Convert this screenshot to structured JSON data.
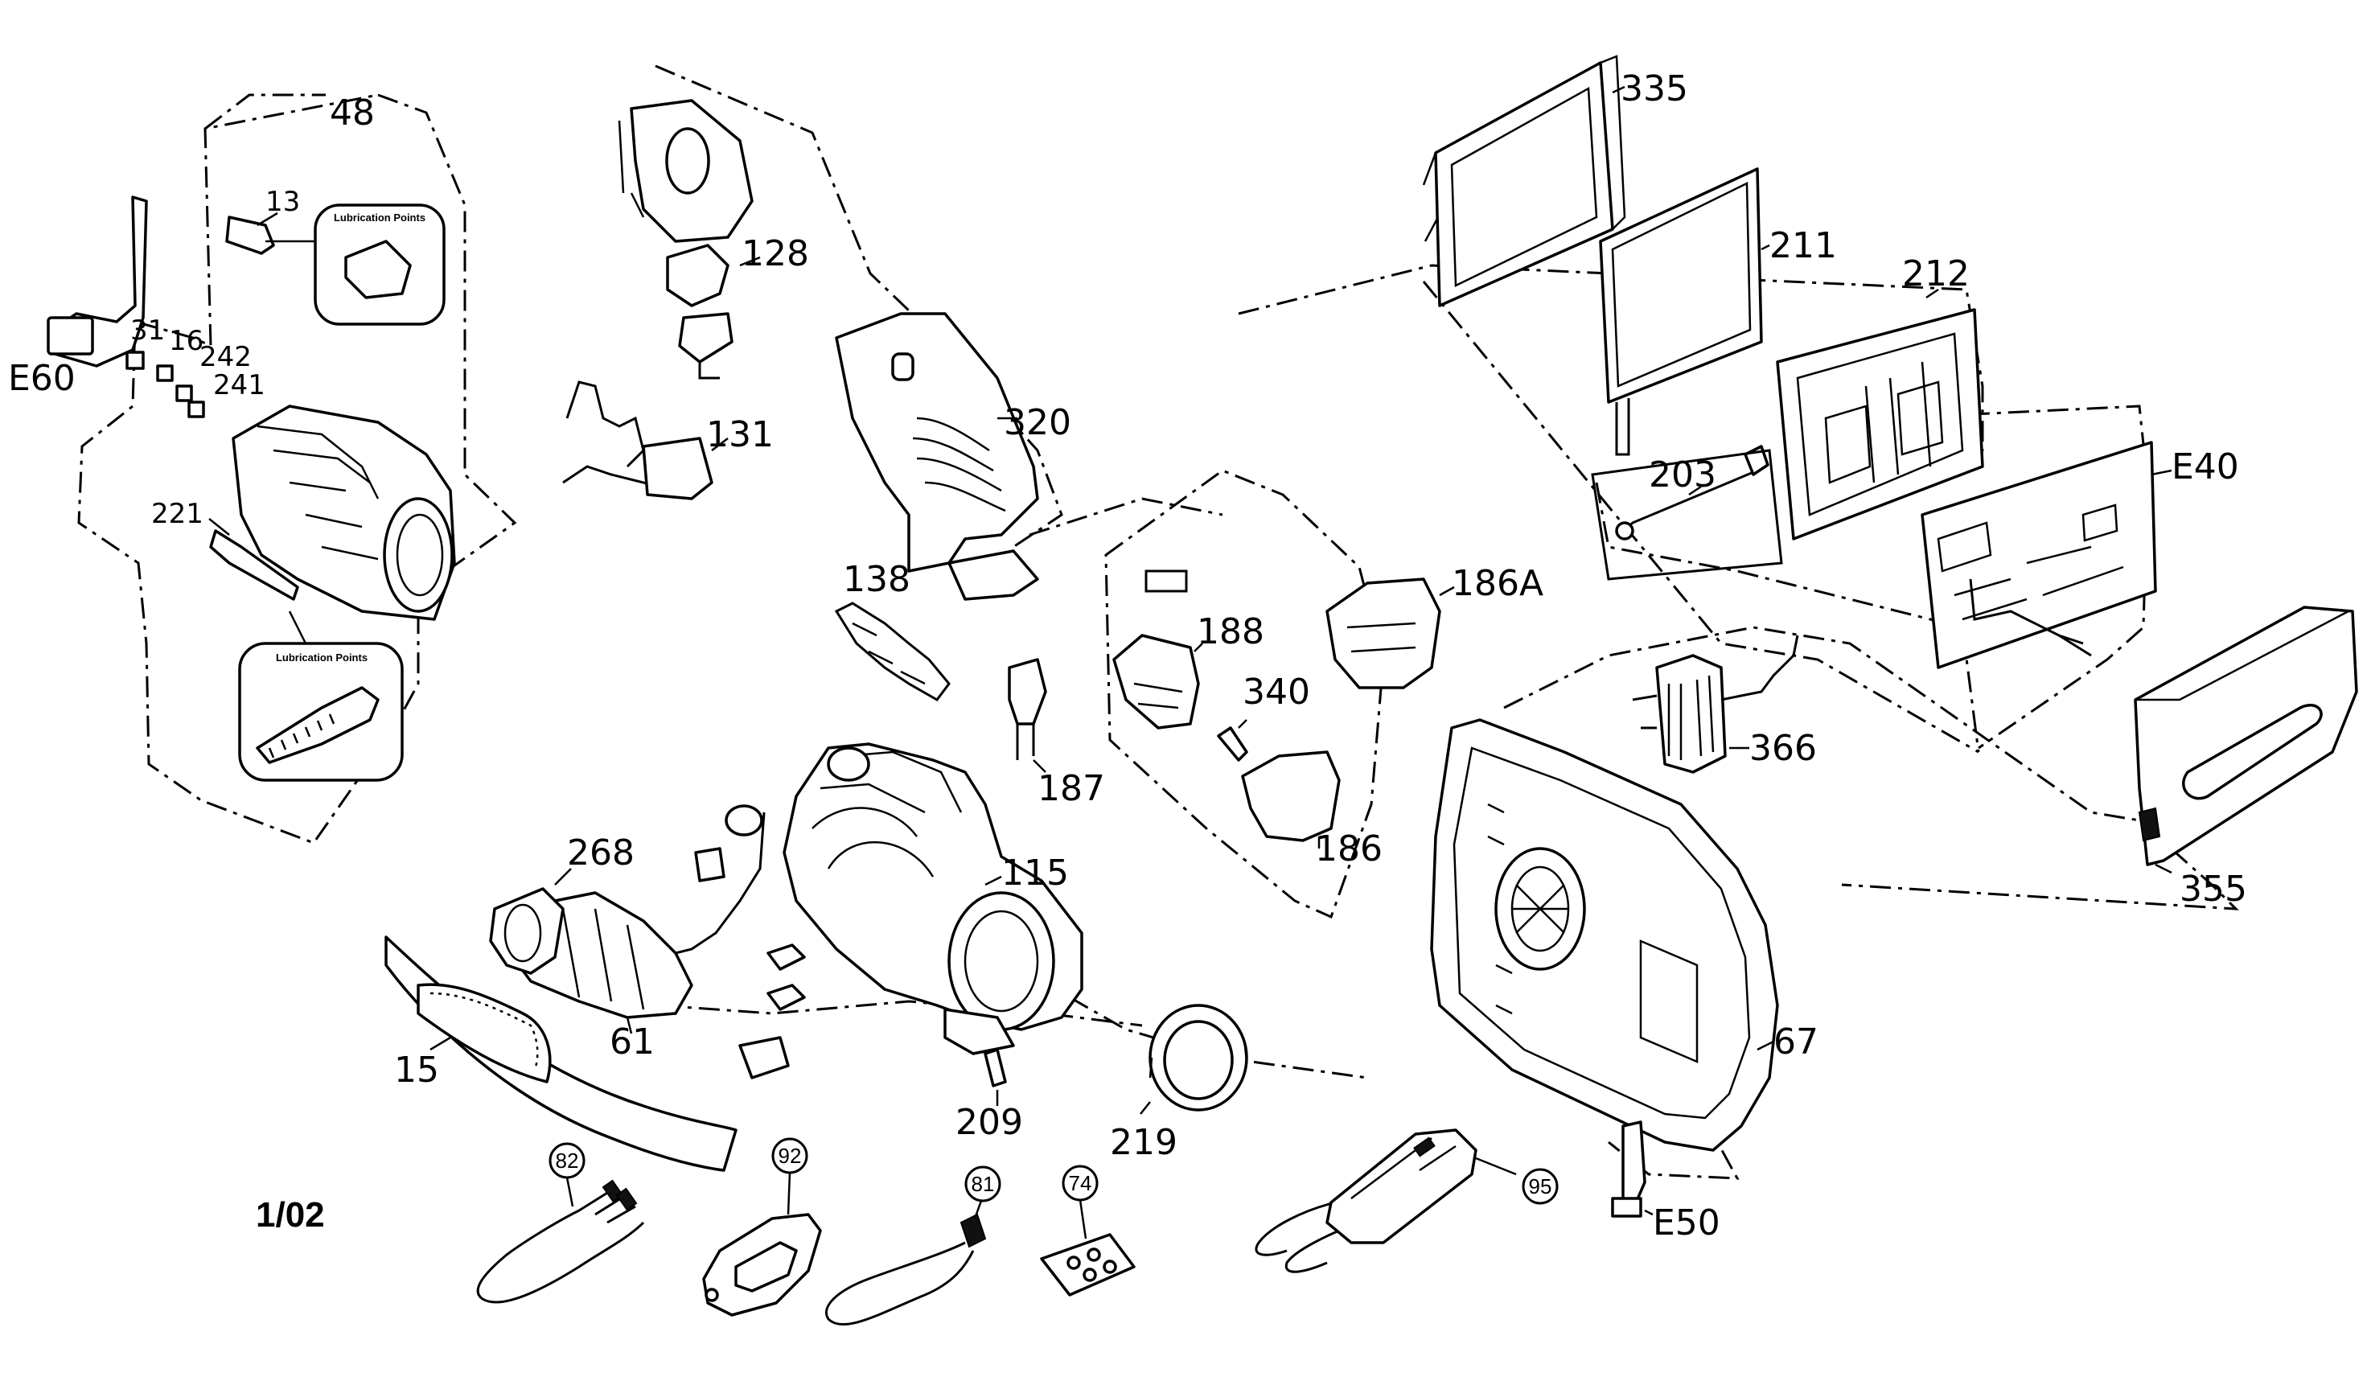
{
  "diagram": {
    "revision": "1/02",
    "lubrication_label": "Lubrication Points",
    "callouts": [
      {
        "id": "c48",
        "label": "48"
      },
      {
        "id": "c13",
        "label": "13"
      },
      {
        "id": "c31",
        "label": "31"
      },
      {
        "id": "c16",
        "label": "16"
      },
      {
        "id": "c242",
        "label": "242"
      },
      {
        "id": "c241",
        "label": "241"
      },
      {
        "id": "cE60",
        "label": "E60"
      },
      {
        "id": "c221",
        "label": "221"
      },
      {
        "id": "c128",
        "label": "128"
      },
      {
        "id": "c131",
        "label": "131"
      },
      {
        "id": "c320",
        "label": "320"
      },
      {
        "id": "c138",
        "label": "138"
      },
      {
        "id": "c188",
        "label": "188"
      },
      {
        "id": "c186A",
        "label": "186A"
      },
      {
        "id": "c340",
        "label": "340"
      },
      {
        "id": "c187",
        "label": "187"
      },
      {
        "id": "c186",
        "label": "186"
      },
      {
        "id": "c335",
        "label": "335"
      },
      {
        "id": "c211",
        "label": "211"
      },
      {
        "id": "c212",
        "label": "212"
      },
      {
        "id": "c203",
        "label": "203"
      },
      {
        "id": "cE40",
        "label": "E40"
      },
      {
        "id": "c366",
        "label": "366"
      },
      {
        "id": "c355",
        "label": "355"
      },
      {
        "id": "c67",
        "label": "67"
      },
      {
        "id": "cE50",
        "label": "E50"
      },
      {
        "id": "c268",
        "label": "268"
      },
      {
        "id": "c115",
        "label": "115"
      },
      {
        "id": "c61",
        "label": "61"
      },
      {
        "id": "c15",
        "label": "15"
      },
      {
        "id": "c209",
        "label": "209"
      },
      {
        "id": "c219",
        "label": "219"
      }
    ],
    "accessories": [
      {
        "id": "a82",
        "label": "82"
      },
      {
        "id": "a92",
        "label": "92"
      },
      {
        "id": "a81",
        "label": "81"
      },
      {
        "id": "a74",
        "label": "74"
      },
      {
        "id": "a95",
        "label": "95"
      }
    ]
  }
}
